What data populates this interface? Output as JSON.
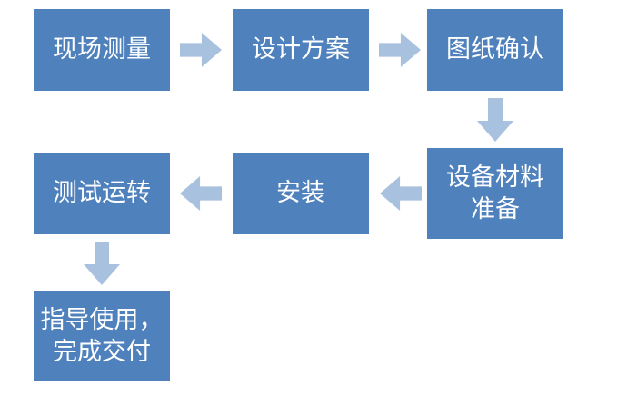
{
  "diagram": {
    "type": "flowchart",
    "background_color": "#ffffff",
    "box_color": "#4f81bd",
    "arrow_color": "#a8c1de",
    "text_color": "#ffffff",
    "steps": [
      {
        "label": "现场测量"
      },
      {
        "label": "设计方案"
      },
      {
        "label": "图纸确认"
      },
      {
        "label": "设备材料\n准备"
      },
      {
        "label": "安装"
      },
      {
        "label": "测试运转"
      },
      {
        "label": "指导使用，\n完成交付"
      }
    ],
    "connectors": [
      {
        "from": "现场测量",
        "to": "设计方案",
        "direction": "right"
      },
      {
        "from": "设计方案",
        "to": "图纸确认",
        "direction": "right"
      },
      {
        "from": "图纸确认",
        "to": "设备材料准备",
        "direction": "down"
      },
      {
        "from": "设备材料准备",
        "to": "安装",
        "direction": "left"
      },
      {
        "from": "安装",
        "to": "测试运转",
        "direction": "left"
      },
      {
        "from": "测试运转",
        "to": "指导使用，完成交付",
        "direction": "down"
      }
    ]
  }
}
